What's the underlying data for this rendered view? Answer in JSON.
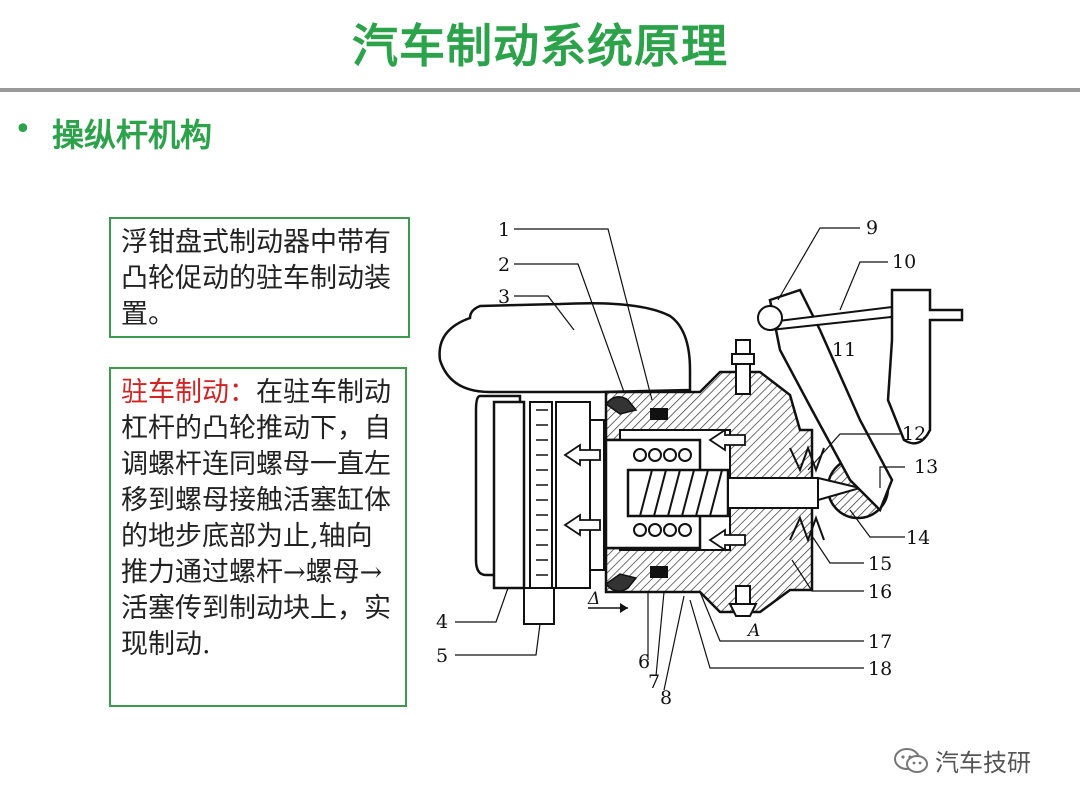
{
  "title": "汽车制动系统原理",
  "subtitle": "操纵杆机构",
  "box1": {
    "text": "浮钳盘式制动器中带有凸轮促动的驻车制动装置。"
  },
  "box2": {
    "heading": "驻车制动：",
    "body": "在驻车制动杠杆的凸轮推动下，自调螺杆连同螺母一直左移到螺母接触活塞缸体的地步底部为止,轴向推力通过螺杆→螺母→活塞传到制动块上，实现制动."
  },
  "diagram": {
    "labels": [
      "1",
      "2",
      "3",
      "4",
      "5",
      "6",
      "7",
      "8",
      "9",
      "10",
      "11",
      "12",
      "13",
      "14",
      "15",
      "16",
      "17",
      "18"
    ],
    "delta": "Δ",
    "a_mark": "A"
  },
  "watermark": {
    "text": "汽车技研",
    "icon": "wechat-icon"
  },
  "colors": {
    "title": "#2ca24a",
    "accent_red": "#d02424",
    "box_border": "#3e9a4e",
    "rule": "#9a9a9a"
  }
}
